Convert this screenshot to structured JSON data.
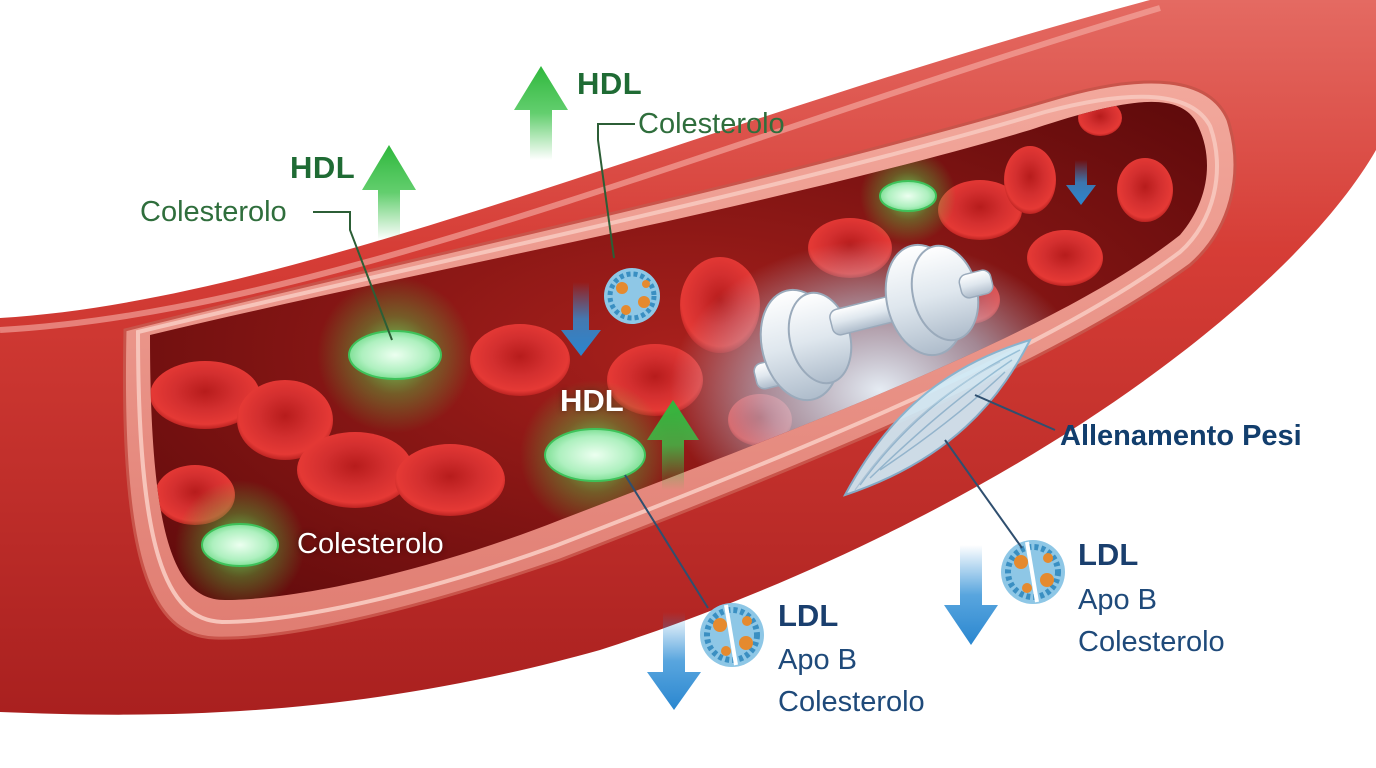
{
  "labels": {
    "hdl_left": {
      "title": "HDL",
      "sub": "Colesterolo"
    },
    "hdl_top": {
      "title": "HDL",
      "sub": "Colesterolo"
    },
    "hdl_center": {
      "title": "HDL"
    },
    "hdl_bottom": {
      "sub": "Colesterolo"
    },
    "ldl_bottom": {
      "title": "LDL",
      "line1": "Apo B",
      "line2": "Colesterolo"
    },
    "ldl_right": {
      "title": "LDL",
      "line1": "Apo B",
      "line2": "Colesterolo"
    },
    "exercise": "Allenamento Pesi"
  },
  "colors": {
    "hdl_green": "#1f6b34",
    "ldl_blue": "#1a3f6e",
    "vessel_red": "#c9302c",
    "arrow_up_green": "#3cc24a",
    "arrow_down_blue": "#2f8fd6"
  },
  "icons": [
    "up-arrow-icon",
    "down-arrow-icon",
    "dumbbell-icon",
    "muscle-icon",
    "ldl-particle-icon",
    "hdl-particle-icon",
    "red-blood-cell-icon"
  ]
}
